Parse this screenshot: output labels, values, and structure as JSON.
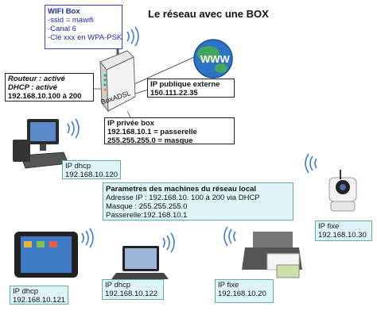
{
  "title": "Le réseau avec une BOX",
  "wifi_box": {
    "title": "WIFI Box",
    "lines": [
      "-ssid = mawifi",
      "-Canal 6",
      "-Clé xxx en WPA-PSK"
    ]
  },
  "router": {
    "lines": [
      "Routeur : activé",
      "DHCP : activé",
      "192.168.10.100 à 200"
    ]
  },
  "box_label": "BoxADSL",
  "globe_label": "WWW",
  "public_ip": {
    "title": "IP publique externe",
    "value": "150.111.22.35"
  },
  "private_ip": {
    "title": "IP privée box",
    "gateway": "192.168.10.1   = passerelle",
    "mask": "255.255.255.0 = masque"
  },
  "local_params": {
    "title": "Parametres des machines du  réseau local",
    "lines": [
      "Adresse IP : 192.168.10. 100 à 200 via DHCP",
      "Masque : 255.255.255.0",
      "Passerelle:192.168.10.1"
    ]
  },
  "devices": {
    "desktop": {
      "line1": "IP dhcp",
      "line2": "192.168.10.120"
    },
    "camera": {
      "line1": "IP fixe",
      "line2": "192.168.10.30"
    },
    "tablet": {
      "line1": "IP dhcp",
      "line2": "192.168.10.121"
    },
    "laptop": {
      "line1": "IP dhcp",
      "line2": "192.168.10.122"
    },
    "printer": {
      "line1": "IP fixe",
      "line2": "192.168.10.20"
    }
  }
}
